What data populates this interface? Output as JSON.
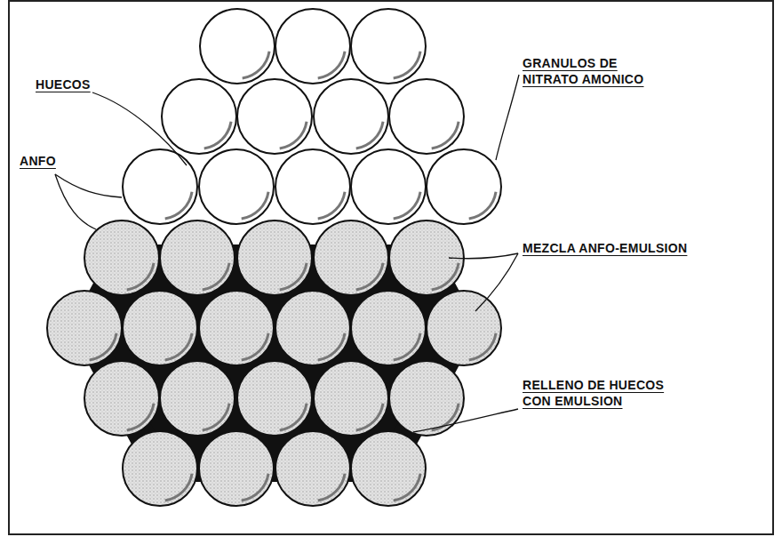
{
  "diagram": {
    "labels": [
      "HUECOS",
      "GRANULOS DE NITRATO AMONICO",
      "ANFO",
      "MEZCLA ANFO-EMULSION",
      "RELLENO DE HUECOS CON EMULSION"
    ]
  }
}
